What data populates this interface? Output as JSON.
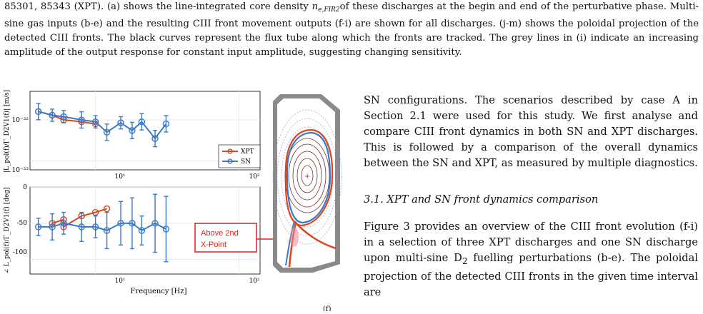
{
  "caption": {
    "line1": "85301, 85343 (XPT). (a) shows the line-integrated core density",
    "sym": "n",
    "sym_sub": "e,FIR2",
    "line1_rest": "of these discharges at the begin and end of the perturbative phase. Multi-sine gas inputs (b-e) and the resulting CIII front movement outputs (f-i) are shown for all discharges. (j-m) shows the poloidal projection of the detected CIII fronts. The black curves represent the flux tube along which the fronts are tracked. The grey lines in (i) indicate an increasing amplitude of the output response for constant input amplitude, suggesting changing sensitivity."
  },
  "figure": {
    "top_plot": {
      "ylabel": "|L_pol(f)/Γ_D2V1(f)| [m/s]",
      "yticks": [
        "10⁻²²",
        "10⁻²³"
      ],
      "xticks": [
        "10¹",
        "10²"
      ]
    },
    "bottom_plot": {
      "ylabel": "∠ L_pol(f)/Γ_D2V1(f) [deg]",
      "yticks": [
        "0",
        "-50",
        "-100"
      ],
      "xticks": [
        "10¹",
        "10²"
      ],
      "xlabel": "Frequency [Hz]"
    },
    "legend": [
      {
        "name": "XPT",
        "color": "#d6481e"
      },
      {
        "name": "SN",
        "color": "#3a78c8"
      }
    ],
    "callout": {
      "line1": "Above 2nd",
      "line2": "X-Point",
      "color": "#e02020"
    },
    "bottom_cut": "(f)"
  },
  "chart_data": [
    {
      "type": "line",
      "title": "",
      "xlabel": "",
      "ylabel": "|L_pol(f)/Γ_D2V1(f)| [m/s]",
      "xscale": "log",
      "yscale": "log",
      "xlim": [
        3.5,
        140
      ],
      "ylim": [
        6e-24,
        5e-22
      ],
      "grid": true,
      "legend_position": "lower-right",
      "series": [
        {
          "name": "XPT",
          "color": "#d6481e",
          "x": [
            4,
            5,
            6,
            8,
            10
          ],
          "y": [
            1.6e-22,
            1.3e-22,
            1e-22,
            9e-23,
            8e-23
          ]
        },
        {
          "name": "SN",
          "color": "#3a78c8",
          "x": [
            4,
            5,
            6,
            8,
            10,
            12,
            15,
            18,
            21,
            26,
            31
          ],
          "y": [
            1.6e-22,
            1.3e-22,
            1.2e-22,
            1e-22,
            9e-23,
            5e-23,
            8.5e-23,
            5.5e-23,
            9e-23,
            3.5e-23,
            8e-23
          ],
          "err_decades": [
            0.2,
            0.15,
            0.15,
            0.2,
            0.15,
            0.2,
            0.15,
            0.2,
            0.2,
            0.2,
            0.2
          ]
        }
      ]
    },
    {
      "type": "line",
      "title": "",
      "xlabel": "Frequency [Hz]",
      "ylabel": "∠ L_pol(f)/Γ_D2V1(f) [deg]",
      "xscale": "log",
      "xlim": [
        3.5,
        140
      ],
      "ylim": [
        -120,
        0
      ],
      "grid": true,
      "series": [
        {
          "name": "XPT",
          "color": "#d6481e",
          "x": [
            5,
            6,
            6,
            8,
            10,
            12
          ],
          "y": [
            -50,
            -45,
            -55,
            -40,
            -35,
            -30
          ]
        },
        {
          "name": "SN",
          "color": "#3a78c8",
          "x": [
            4,
            5,
            6,
            8,
            10,
            12,
            15,
            18,
            21,
            26,
            31
          ],
          "y": [
            -55,
            -55,
            -50,
            -55,
            -55,
            -60,
            -50,
            -50,
            -60,
            -50,
            -58
          ],
          "err": [
            12,
            18,
            15,
            20,
            15,
            25,
            30,
            35,
            20,
            40,
            45
          ]
        }
      ]
    }
  ],
  "body": {
    "para1": "SN configurations. The scenarios described by case A in Section 2.1 were used for this study. We first analyse and compare CIII front dynamics in both SN and XPT discharges. This is followed by a comparison of the overall dynamics between the SN and XPT, as measured by multiple diagnostics.",
    "heading": "3.1.  XPT and SN front dynamics comparison",
    "para2_a": "Figure 3 provides an overview of the CIII front evolution (f-i) in a selection of three XPT discharges and one SN discharge upon multi-sine D",
    "para2_sub": "2",
    "para2_b": " fuelling perturbations (b-e). The poloidal projection of the detected CIII fronts in the given time interval are"
  }
}
